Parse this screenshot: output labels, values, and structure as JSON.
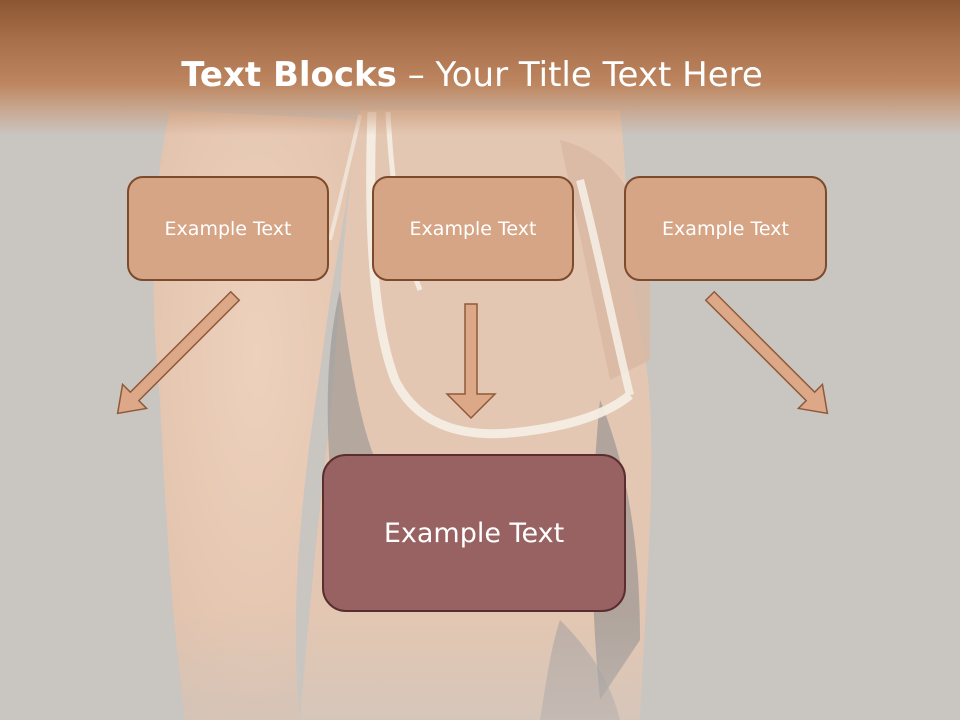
{
  "slide": {
    "title_bold": "Text Blocks",
    "title_rest": " – Your Title Text Here",
    "boxes": [
      {
        "label": "Example Text"
      },
      {
        "label": "Example Text"
      },
      {
        "label": "Example Text"
      }
    ],
    "main_box": {
      "label": "Example Text"
    }
  },
  "colors": {
    "title_band": "#a8704a",
    "small_box_fill": "#d6a585",
    "small_box_border": "#7c4a2c",
    "main_box_fill": "#996262",
    "main_box_border": "#5a2e2e",
    "arrow_fill": "#dca888",
    "arrow_stroke": "#8e5a3a",
    "background": "#c9c5c1"
  }
}
